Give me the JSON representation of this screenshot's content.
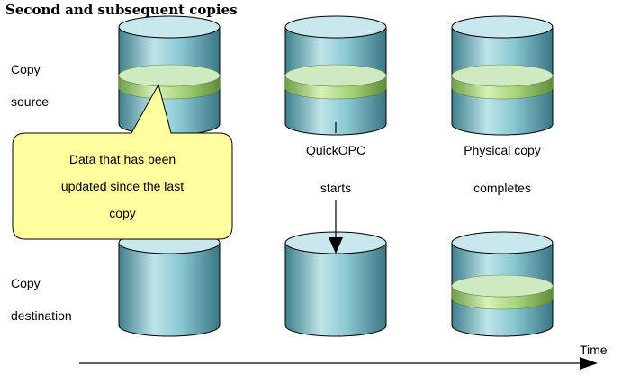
{
  "title": "Second and subsequent copies",
  "labels": {
    "source_line1": "Copy",
    "source_line2": "source",
    "destination_line1": "Copy",
    "destination_line2": "destination"
  },
  "callout": {
    "line1": "Data that has been",
    "line2": "updated since the last",
    "line3": "copy"
  },
  "stages": {
    "quickopc_line1": "QuickOPC",
    "quickopc_line2": "starts",
    "physical_line1": "Physical copy",
    "physical_line2": "completes"
  },
  "time_label": "Time",
  "colors": {
    "cylinder_body": "#9cd0d8",
    "cylinder_shade": "#4a8a98",
    "band": "#9ccc68",
    "band_light": "#d8f0b8",
    "callout_fill": "#ffffa0",
    "outline": "#000000"
  }
}
